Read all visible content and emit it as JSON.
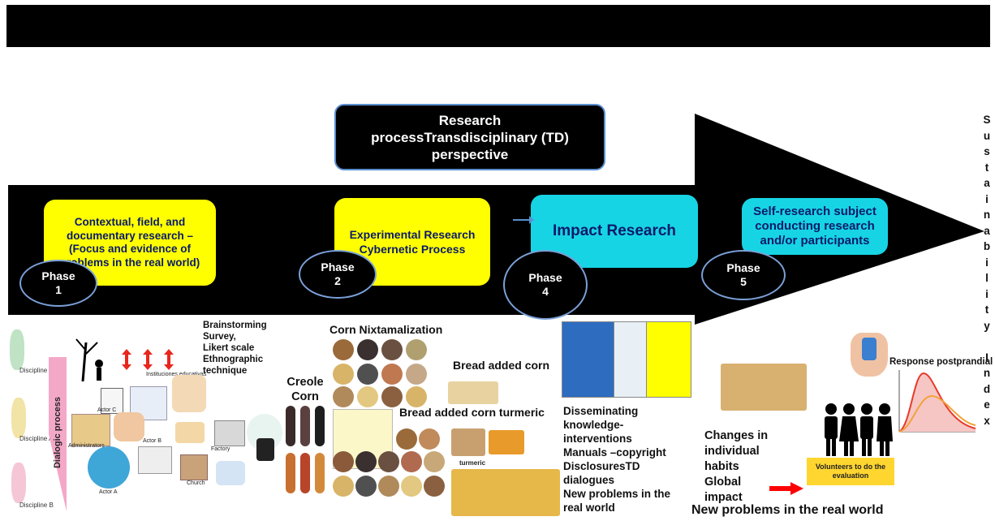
{
  "title": "Research processTransdisciplinary (TD) perspective",
  "phase_label": "Phase",
  "phases": [
    {
      "number": "1",
      "text": "Contextual, field, and documentary research – (Focus and evidence of problems in  the  real world)"
    },
    {
      "number": "2",
      "text": "Experimental Research Cybernetic Process"
    },
    {
      "number": "4",
      "text": "Impact Research"
    },
    {
      "number": "5",
      "text": "Self-research subject conducting research and/or participants"
    }
  ],
  "side_label": "Sustainability Index",
  "left": {
    "disciplines": [
      "Discipline c",
      "Discipline A",
      "Discipline B"
    ],
    "dialogic": "Dialogic process",
    "methods": [
      "Brainstorming",
      "Survey,",
      "Likert scale",
      "Ethnographic",
      "technique"
    ],
    "actors": [
      "Actor C",
      "Actor B",
      "Actor A",
      "Administrators",
      "Church",
      "Factory",
      "Instituciones educativas"
    ]
  },
  "corn": {
    "creole": "Creole Corn",
    "nixtamal": "Corn Nixtamalization",
    "bread": "Bread added corn",
    "bread_turmeric": "Bread added corn  turmeric",
    "turmeric": "turmeric"
  },
  "dissemination": [
    "Disseminating",
    "knowledge-",
    "interventions",
    "Manuals –copyright",
    "DisclosuresTD",
    "dialogues",
    "New problems in the",
    "real world"
  ],
  "changes": [
    "Changes in",
    "individual",
    "habits",
    "Global",
    "impact"
  ],
  "volunteers": "Volunteers to do the evaluation",
  "response": "Response postprandial",
  "new_problems": "New problems in the real world",
  "colors": {
    "arrow": "#000000",
    "yellow": "#ffff00",
    "cyan": "#17d4e4",
    "arrow_red": "#ff0000"
  }
}
